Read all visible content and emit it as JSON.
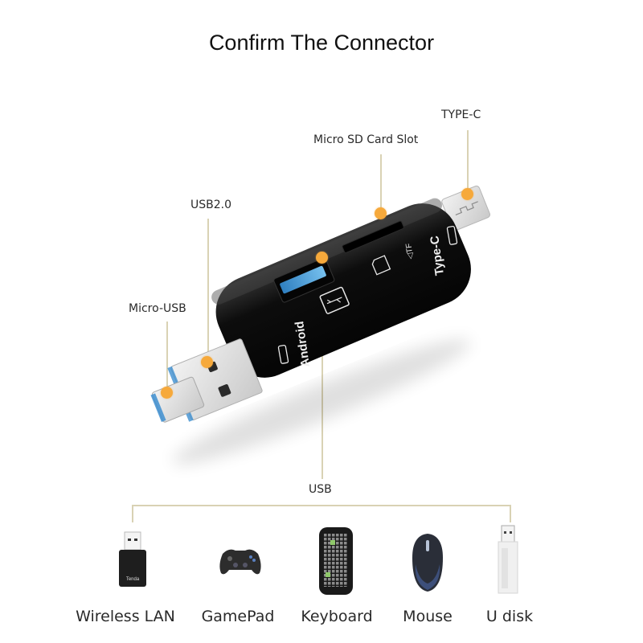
{
  "title": "Confirm The Connector",
  "connectors": [
    {
      "id": "type-c",
      "label": "TYPE-C"
    },
    {
      "id": "micro-sd",
      "label": "Micro SD Card Slot"
    },
    {
      "id": "usb2",
      "label": "USB2.0"
    },
    {
      "id": "micro-usb",
      "label": "Micro-USB"
    },
    {
      "id": "usb",
      "label": "USB"
    }
  ],
  "adapter_markings": {
    "android": "Android",
    "type_c": "Type-C",
    "tf": "TF"
  },
  "devices": [
    {
      "label": "Wireless LAN",
      "icon": "wireless-lan-adapter-icon"
    },
    {
      "label": "GamePad",
      "icon": "gamepad-icon"
    },
    {
      "label": "Keyboard",
      "icon": "keyboard-icon"
    },
    {
      "label": "Mouse",
      "icon": "mouse-icon"
    },
    {
      "label": "U disk",
      "icon": "usb-flash-drive-icon"
    }
  ],
  "colors": {
    "marker": "#f6a93b",
    "leader_line": "#d9d2b4",
    "adapter_body": "#111111",
    "usb_port_insert": "#4a9fd8"
  }
}
